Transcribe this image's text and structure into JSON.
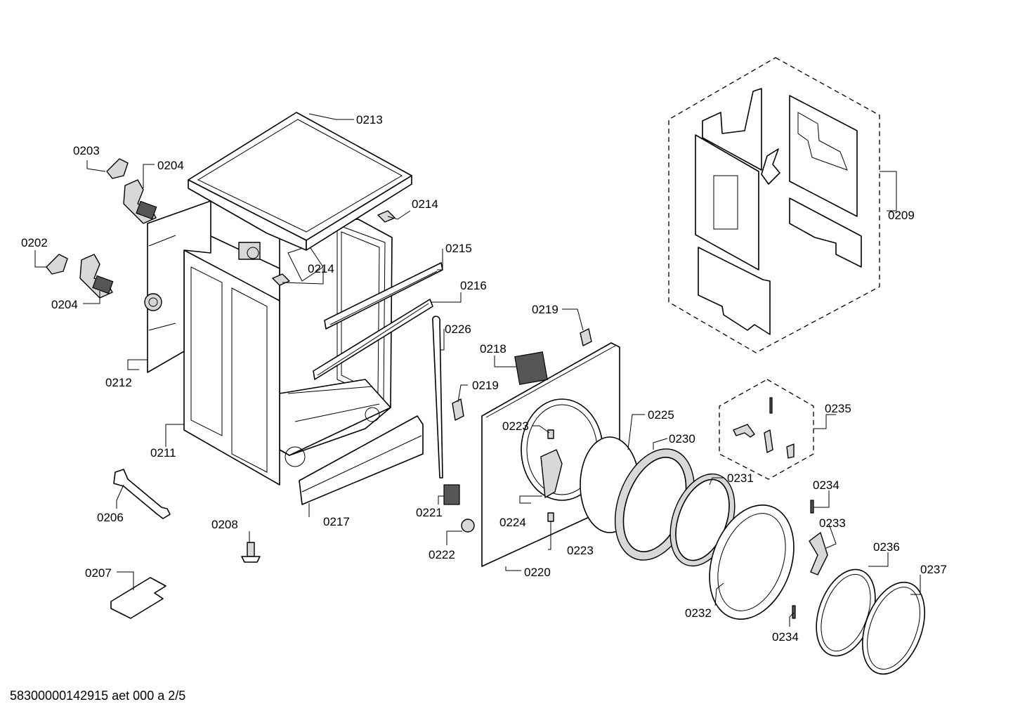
{
  "document_ref": "58300000142915 aet 000 a 2/5",
  "callouts": {
    "c0213": "0213",
    "c0203": "0203",
    "c0204a": "0204",
    "c0214a": "0214",
    "c0202": "0202",
    "c0214b": "0214",
    "c0215": "0215",
    "c0204b": "0204",
    "c0216": "0216",
    "c0212": "0212",
    "c0226": "0226",
    "c0219a": "0219",
    "c0218": "0218",
    "c0219b": "0219",
    "c0211": "0211",
    "c0225": "0225",
    "c0223a": "0223",
    "c0230": "0230",
    "c0231": "0231",
    "c0206": "0206",
    "c0221": "0221",
    "c0224": "0224",
    "c0217": "0217",
    "c0208": "0208",
    "c0222": "0222",
    "c0223b": "0223",
    "c0220": "0220",
    "c0207": "0207",
    "c0232": "0232",
    "c0234a": "0234",
    "c0233": "0233",
    "c0236": "0236",
    "c0237": "0237",
    "c0234b": "0234",
    "c0209": "0209",
    "c0235": "0235"
  }
}
